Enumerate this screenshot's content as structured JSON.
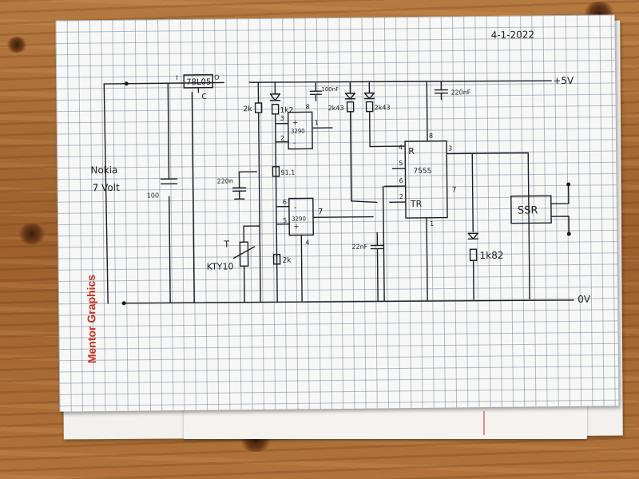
{
  "sheet": {
    "date": "4-1-2022",
    "brand": "Mentor Graphics"
  },
  "labels": {
    "supply_left_1": "Nokia",
    "supply_left_2": "7 Volt",
    "regulator": "78L05",
    "reg_pin_in": "I",
    "reg_pin_out": "O",
    "reg_pin_gnd": "C",
    "rail_pos": "+5V",
    "rail_neg": "0V",
    "cap_input": "100",
    "r_2k_top": "2k",
    "led1_r": "1k2",
    "cap_top": "100nF",
    "led2_r": "2k43",
    "led3_r": "2k43",
    "cap_right": "220nF",
    "opamp1": "3290",
    "opamp2": "3290",
    "pin8": "8",
    "pin3": "3",
    "pin2": "2",
    "pin1": "1",
    "pin6": "6",
    "pin5": "5",
    "pin7": "7",
    "pin4": "4",
    "plus1": "+",
    "minus1": "-",
    "plus2": "+",
    "minus2": "-",
    "r_91": "91,1",
    "cap_220": "220n",
    "sensor_t": "T",
    "sensor": "KTY10",
    "r_2k_bottom": "2k",
    "timer": "7555",
    "timer_r": "R",
    "timer_tr": "TR",
    "t_pin4": "4",
    "t_pin8": "8",
    "t_pin5": "5",
    "t_pin6": "6",
    "t_pin2": "2",
    "t_pin3": "3",
    "t_pin7": "7",
    "t_pin1": "1",
    "cap_timer": "22nF",
    "led_out_r": "1k82",
    "ssr": "SSR"
  }
}
